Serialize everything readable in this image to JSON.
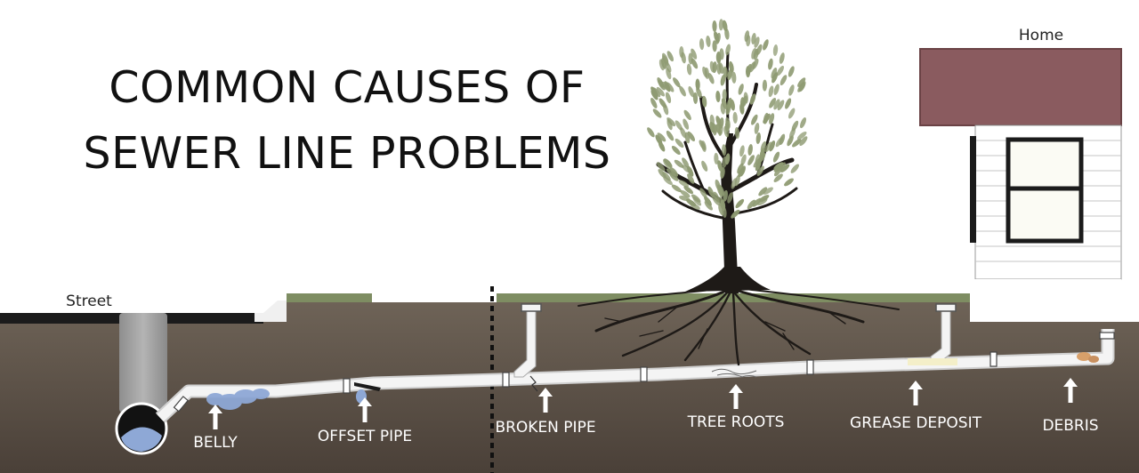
{
  "title": {
    "line1": "COMMON CAUSES OF",
    "line2": "SEWER LINE PROBLEMS"
  },
  "labels": {
    "street": "Street",
    "home": "Home"
  },
  "problems": [
    {
      "id": "belly",
      "label": "BELLY"
    },
    {
      "id": "offset-pipe",
      "label": "OFFSET PIPE"
    },
    {
      "id": "broken-pipe",
      "label": "BROKEN PIPE"
    },
    {
      "id": "tree-roots",
      "label": "TREE ROOTS"
    },
    {
      "id": "grease-deposit",
      "label": "GREASE DEPOSIT"
    },
    {
      "id": "debris",
      "label": "DEBRIS"
    }
  ],
  "colors": {
    "soil": "#5a4f45",
    "pipe": "#f4f4f4",
    "grass": "#7e8d62",
    "roof": "#8a5b5f",
    "leaf": "#8f9b73",
    "water": "#8ea8d6"
  }
}
